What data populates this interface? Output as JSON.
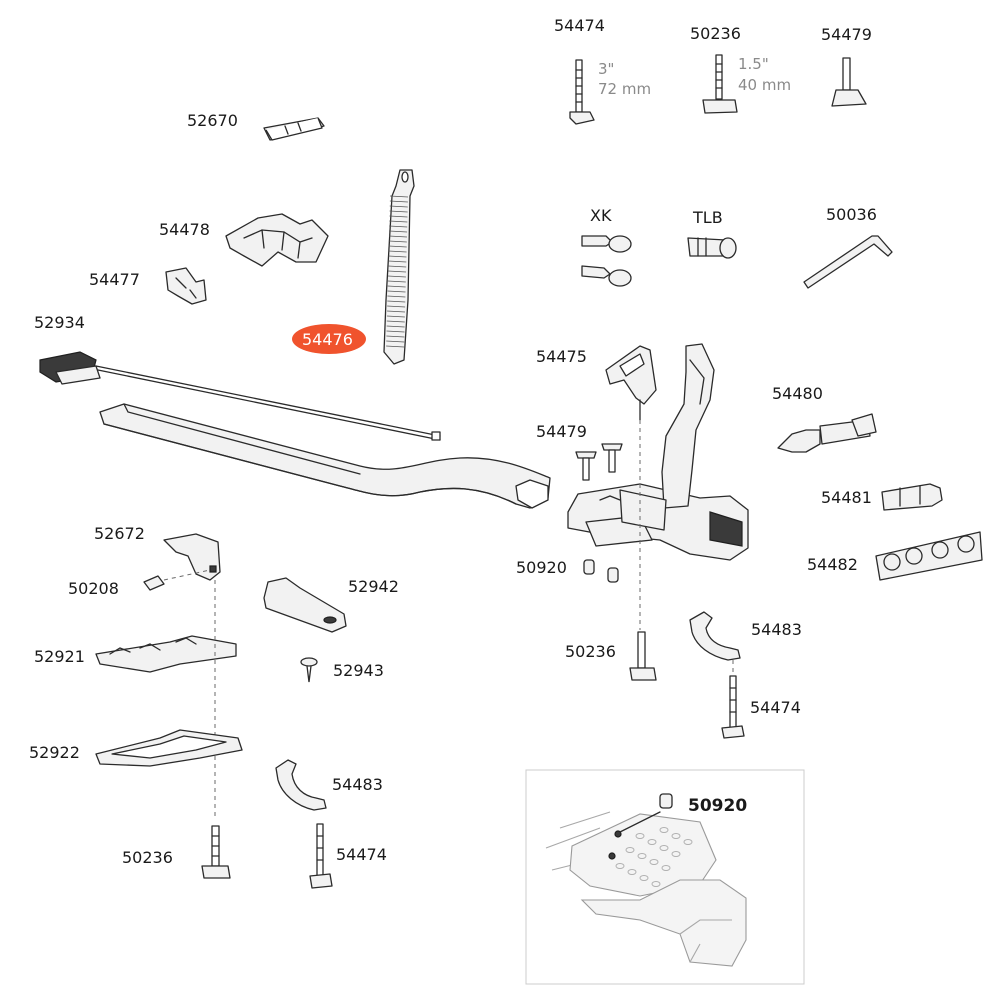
{
  "labels": {
    "p54474_top": "54474",
    "p50236_top": "50236",
    "p54479_top": "54479",
    "dim_54474_in": "3\"",
    "dim_54474_mm": "72 mm",
    "dim_50236_in": "1.5\"",
    "dim_50236_mm": "40 mm",
    "p52670": "52670",
    "p54478": "54478",
    "p54477": "54477",
    "p52934": "52934",
    "p54476": "54476",
    "xk": "XK",
    "tlb": "TLB",
    "p50036": "50036",
    "p54475": "54475",
    "p54479_mid": "54479",
    "p54480": "54480",
    "p54481": "54481",
    "p54482": "54482",
    "p50920": "50920",
    "p52672": "52672",
    "p50208": "50208",
    "p52942": "52942",
    "p52921": "52921",
    "p52943": "52943",
    "p52922": "52922",
    "p54483_left": "54483",
    "p54474_left": "54474",
    "p50236_left": "50236",
    "p50236_right": "50236",
    "p54483_right": "54483",
    "p54474_right": "54474",
    "p50920_inset": "50920"
  },
  "highlight": {
    "part": "54476",
    "color": "#f0532d"
  },
  "icons": [
    "t-bolt-icon",
    "t-track-bolt-icon",
    "screw-icon",
    "key-icon",
    "lock-cylinder-icon",
    "hex-key-icon",
    "strap-icon",
    "rail-icon",
    "wheel-tray-icon",
    "frame-holder-icon",
    "clamp-icon",
    "knob-icon",
    "spacer-icon",
    "adapter-icon"
  ]
}
